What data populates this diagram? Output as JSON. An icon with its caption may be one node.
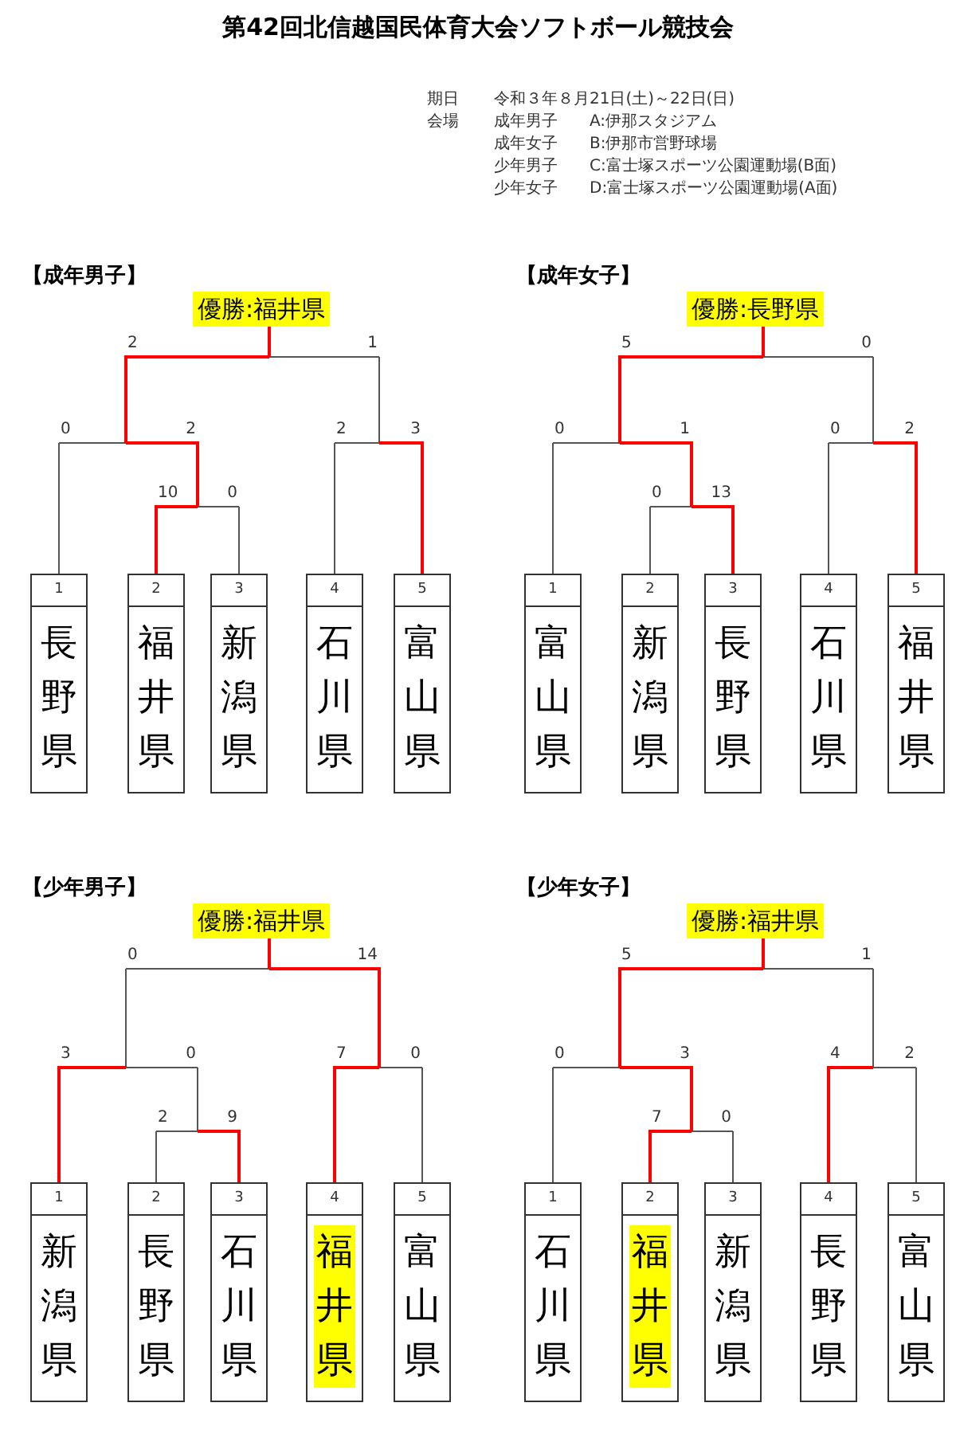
{
  "diagram": {
    "title": "第42回北信越国民体育大会ソフトボール競技会",
    "nodes": [
      {
        "text": [
          "優勝:福井県"
        ]
      },
      {
        "text": [
          "1",
          "長野県"
        ]
      },
      {
        "text": [
          "2",
          "福井県"
        ]
      },
      {
        "text": [
          "3",
          "新潟県"
        ]
      },
      {
        "text": [
          "4",
          "石川県"
        ]
      },
      {
        "text": [
          "5",
          "富山県"
        ]
      },
      {
        "text": [
          "優勝:長野県"
        ]
      },
      {
        "text": [
          "1",
          "富山県"
        ]
      },
      {
        "text": [
          "2",
          "新潟県"
        ]
      },
      {
        "text": [
          "3",
          "長野県"
        ]
      },
      {
        "text": [
          "4",
          "石川県"
        ]
      },
      {
        "text": [
          "5",
          "福井県"
        ]
      },
      {
        "text": [
          "優勝:福井県"
        ]
      },
      {
        "text": [
          "1",
          "新潟県"
        ]
      },
      {
        "text": [
          "2",
          "長野県"
        ]
      },
      {
        "text": [
          "3",
          "石川県"
        ]
      },
      {
        "text": [
          "4",
          "福井県"
        ]
      },
      {
        "text": [
          "5",
          "富山県"
        ]
      },
      {
        "text": [
          "優勝:福井県"
        ]
      },
      {
        "text": [
          "1",
          "石川県"
        ]
      },
      {
        "text": [
          "2",
          "福井県"
        ]
      },
      {
        "text": [
          "3",
          "新潟県"
        ]
      },
      {
        "text": [
          "4",
          "長野県"
        ]
      },
      {
        "text": [
          "5",
          "富山県"
        ]
      }
    ],
    "labels": [
      "期日",
      "令和３年８月21日(土)～22日(日)",
      "会場",
      "成年男子",
      "A:伊那スタジアム",
      "成年女子",
      "B:伊那市営野球場",
      "少年男子",
      "C:富士塚スポーツ公園運動場(B面)",
      "少年女子",
      "D:富士塚スポーツ公園運動場(A面)",
      "【成年男子】",
      "2",
      "1",
      "0",
      "2",
      "2",
      "3",
      "10",
      "0",
      "【成年女子】",
      "5",
      "0",
      "0",
      "1",
      "0",
      "2",
      "0",
      "13",
      "【少年男子】",
      "0",
      "14",
      "3",
      "0",
      "7",
      "0",
      "2",
      "9",
      "【少年女子】",
      "5",
      "1",
      "0",
      "3",
      "4",
      "2",
      "7",
      "0"
    ]
  }
}
